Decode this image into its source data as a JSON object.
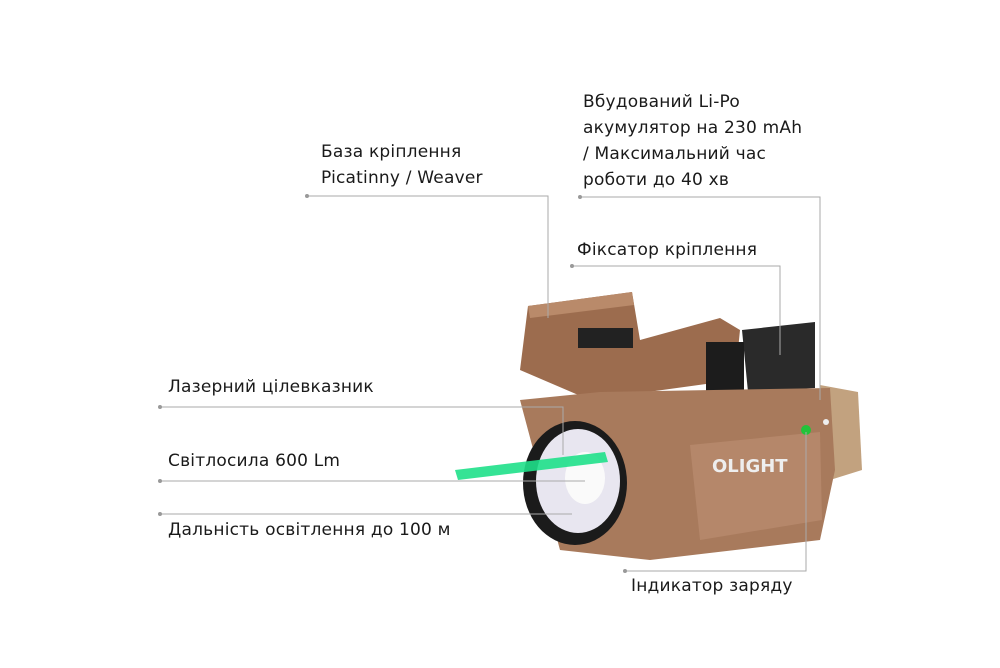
{
  "callouts": {
    "mount_base": [
      "База кріплення",
      "Picatinny / Weaver"
    ],
    "battery": [
      "Вбудований Li-Po",
      "акумулятор на 230 mAh",
      "/ Максимальний час",
      "роботи до 40 хв"
    ],
    "mount_lock": "Фіксатор кріплення",
    "laser": "Лазерний цілевказник",
    "brightness": "Світлосила 600 Lm",
    "range": "Дальність освітлення до 100 м",
    "charge_indicator": "Індикатор заряду"
  },
  "product": {
    "brand_logo": "OLIGHT",
    "body_color": "#a87a5c",
    "laser_color": "#1fe08a",
    "indicator_color": "#22c33a"
  }
}
